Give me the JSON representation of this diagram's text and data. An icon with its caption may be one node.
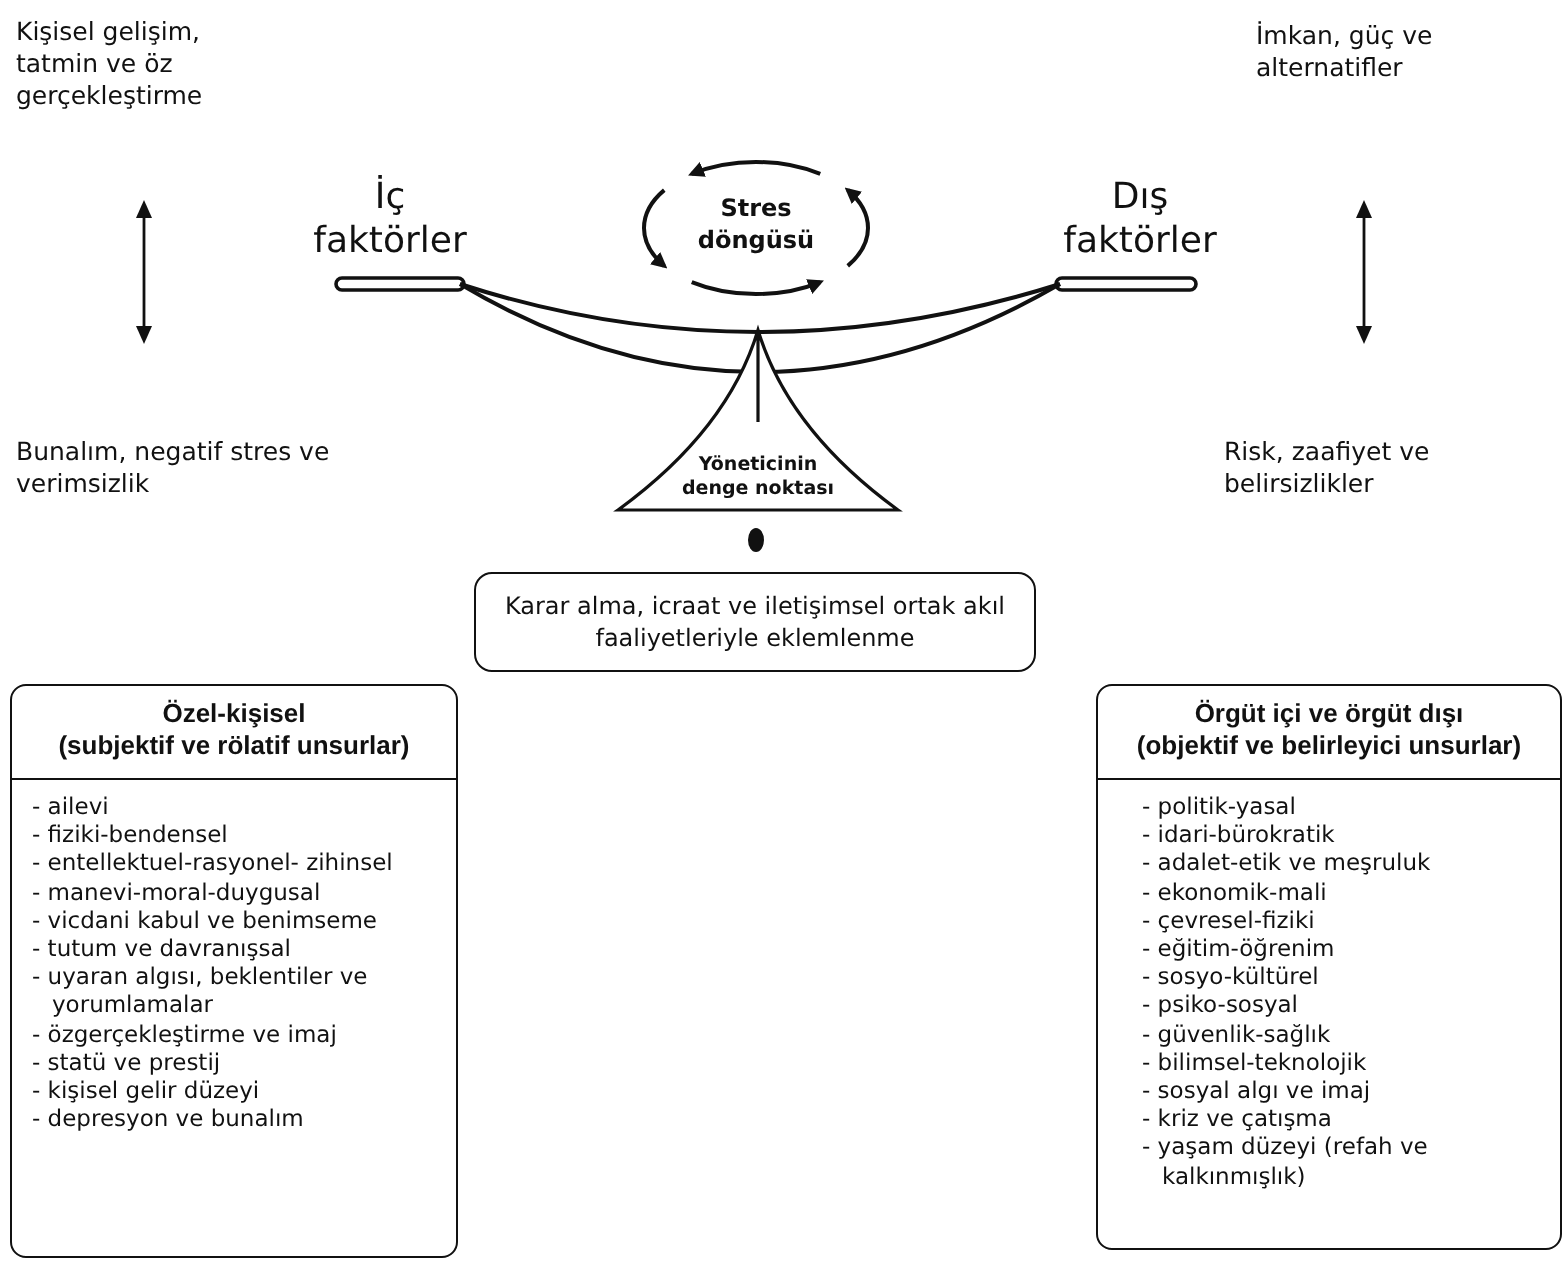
{
  "diagram": {
    "nodes": [
      {
        "text": [
          "Stres döngüsü"
        ]
      },
      {
        "text": [
          "Yöneticinin denge noktası"
        ]
      },
      {
        "text": [
          "Karar alma, icraat ve iletişimsel ortak akıl faaliyetleriyle eklemlenme"
        ]
      },
      {
        "text": [
          "Özel-kişisel",
          "(subjektif ve rölatif unsurlar)",
          "- ailevi",
          "- fiziki-bendensel",
          "- entellektuel-rasyonel- zihinsel",
          "- manevi-moral-duygusal",
          "- vicdani kabul ve benimseme",
          "- tutum ve davranışsal",
          "- uyaran algısı, beklentiler ve yorumlamalar",
          "- özgerçekleştirme ve imaj",
          "- statü ve prestij",
          "- kişisel gelir düzeyi",
          "- depresyon ve bunalım"
        ]
      },
      {
        "text": [
          "Örgüt içi ve örgüt dışı",
          "(objektif ve belirleyici unsurlar)",
          "- politik-yasal",
          "- idari-bürokratik",
          "- adalet-etik ve meşruluk",
          "- ekonomik-mali",
          "- çevresel-fiziki",
          "- eğitim-öğrenim",
          "- sosyo-kültürel",
          "- psiko-sosyal",
          "- güvenlik-sağlık",
          "- bilimsel-teknolojik",
          "- sosyal algı ve imaj",
          "- kriz ve çatışma",
          "- yaşam düzeyi (refah ve kalkınmışlık)"
        ]
      }
    ],
    "labels": [
      "Kişisel gelişim, tatmin ve öz gerçekleştirme",
      "İmkan, güç ve alternatifler",
      "İç faktörler",
      "Dış faktörler",
      "Bunalım, negatif stres ve verimsizlik",
      "Risk, zaafiyet ve belirsizlikler"
    ]
  }
}
